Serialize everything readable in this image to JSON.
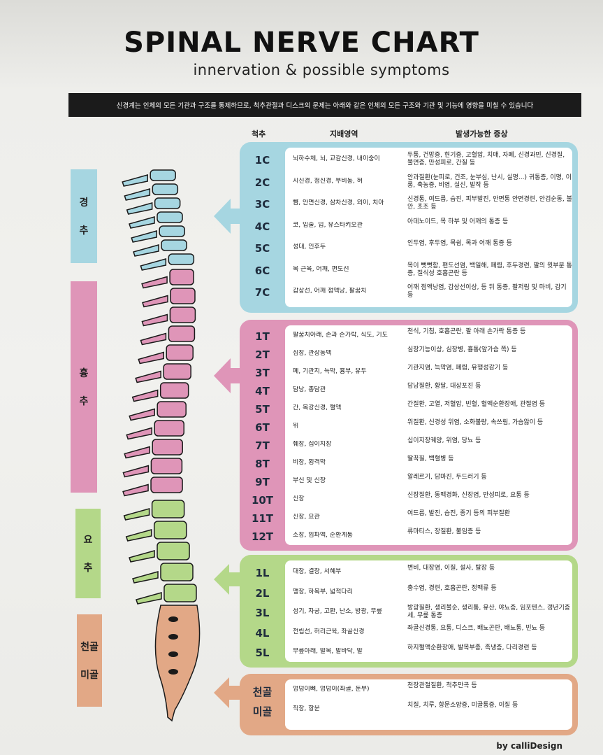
{
  "title": "SPINAL NERVE CHART",
  "subtitle": "innervation & possible symptoms",
  "banner": "신경계는 인체의 모든 기관과 구조를 통제하므로, 척추관절과 디스크의 문제는 아래와 같은 인체의 모든 구조와 기관 및 기능에 영향을 미칠 수 있습니다",
  "headers": {
    "spine": "척추",
    "area": "지배영역",
    "symptoms": "발생가능한 증상"
  },
  "credit": "by calliDesign",
  "colors": {
    "cervical": "#a6d6e1",
    "thoracic": "#df95b8",
    "lumbar": "#b4d889",
    "sacral": "#e2a886"
  },
  "sides": [
    {
      "chars": [
        "경",
        "추"
      ]
    },
    {
      "chars": [
        "흉",
        "추"
      ]
    },
    {
      "chars": [
        "요",
        "추"
      ]
    },
    {
      "chars": [
        "천골",
        "미골"
      ]
    }
  ],
  "groups": [
    {
      "rows": [
        {
          "code": "1C",
          "area": "뇌하수체, 뇌, 교감신경, 내이중이",
          "symptoms": "두통, 건망증, 현기증, 고혈압, 치매, 자폐, 신경과민, 신경질, 불면증, 만성피로, 간질 등"
        },
        {
          "code": "2C",
          "area": "시신경, 청신경, 부비동, 혀",
          "symptoms": "안과질환(눈피로, 건조, 눈부심, 난시, 실명...) 귀통증, 이명, 이롱, 축농증, 비염, 실신, 발작 등"
        },
        {
          "code": "3C",
          "area": "뺨, 안면신경, 삼차신경, 외이, 치아",
          "symptoms": "신경통, 여드름, 습진, 피부발진, 안면통 안면경련, 안검순동, 불안, 초조 등"
        },
        {
          "code": "4C",
          "area": "코, 입술, 입, 유스타키오관",
          "symptoms": "아데노이드, 목 하부 및 어깨의 통증 등"
        },
        {
          "code": "5C",
          "area": "성대, 인후두",
          "symptoms": "인두염, 후두염, 목쉼, 목과 어깨 통증 등"
        },
        {
          "code": "6C",
          "area": "목 근육, 어깨, 편도선",
          "symptoms": "목이 뻣뻣함, 편도선염, 백일해, 폐렴, 후두경련, 팔의 윗부분 통증, 질식성 호흡곤란 등"
        },
        {
          "code": "7C",
          "area": "갑상선, 어깨 점액낭, 팔꿈치",
          "symptoms": "어깨 점액낭염, 갑상선이상, 등 뒤 통증, 팔저림 및 마비, 감기 등"
        }
      ]
    },
    {
      "rows": [
        {
          "code": "1T",
          "area": "팔꿈치아래, 손과 손가락, 식도, 기도",
          "symptoms": "천식, 기침, 호흡곤란, 팔 아래 손가락 통증 등"
        },
        {
          "code": "2T",
          "area": "심장, 관상동맥",
          "symptoms": "심장기능이상, 심장병, 흉통(앞가슴 쪽) 등"
        },
        {
          "code": "3T",
          "area": "폐, 기관지, 늑막, 흉부, 유두",
          "symptoms": "기관지염, 늑막염, 폐렴, 유행성감기 등"
        },
        {
          "code": "4T",
          "area": "담낭, 총담관",
          "symptoms": "담낭질환, 황달, 대상포진 등"
        },
        {
          "code": "5T",
          "area": "간, 복강신경, 혈액",
          "symptoms": "간질환, 고열, 저혈압, 빈혈, 혈액순환장애, 관절염 등"
        },
        {
          "code": "6T",
          "area": "위",
          "symptoms": "위질환, 신경성 위염, 소화불량, 속쓰림, 가슴앓이 등"
        },
        {
          "code": "7T",
          "area": "췌장, 십이지장",
          "symptoms": "십이지장궤양, 위염, 당뇨 등"
        },
        {
          "code": "8T",
          "area": "비장, 횡격막",
          "symptoms": "딸꾹질, 백혈병 등"
        },
        {
          "code": "9T",
          "area": "부신 및 신장",
          "symptoms": "알레르기, 담마진, 두드러기 등"
        },
        {
          "code": "10T",
          "area": "신장",
          "symptoms": "신장질환, 동맥경화, 신장염, 만성피로, 요통 등"
        },
        {
          "code": "11T",
          "area": "신장, 요관",
          "symptoms": "여드름, 발진, 습진, 종기 등의 피부질환"
        },
        {
          "code": "12T",
          "area": "소장, 임파액, 순환계통",
          "symptoms": "류마티스, 장질환, 불임증 등"
        }
      ]
    },
    {
      "rows": [
        {
          "code": "1L",
          "area": "대장, 결장, 서혜부",
          "symptoms": "변비, 대장염, 이질, 설사, 탈장 등"
        },
        {
          "code": "2L",
          "area": "맹장, 하복부, 넓적다리",
          "symptoms": "충수염, 경련, 호흡곤란, 정맥류 등"
        },
        {
          "code": "3L",
          "area": "성기, 자궁, 고환, 난소, 방광, 무릎",
          "symptoms": "방광질환, 생리불순, 생리통, 유산, 야뇨증, 임포텐스, 갱년기증세, 무릎 통증"
        },
        {
          "code": "4L",
          "area": "전립선, 허리근육, 좌골신경",
          "symptoms": "좌골신경통, 요통, 디스크, 배뇨곤란, 배뇨통, 빈뇨 등"
        },
        {
          "code": "5L",
          "area": "무릎아래, 발목, 발바닥, 발",
          "symptoms": "하지혈액순환장애, 발목부종, 족냉증, 다리경련 등"
        }
      ]
    },
    {
      "rows": [
        {
          "code": "천골",
          "area": "엉덩이뼈, 엉덩이(좌골, 둔부)",
          "symptoms": "천장관절질환, 척추만곡 등"
        },
        {
          "code": "미골",
          "area": "직장, 항문",
          "symptoms": "치질, 치루, 항문소양증, 미골통증, 이질 등"
        }
      ]
    }
  ]
}
